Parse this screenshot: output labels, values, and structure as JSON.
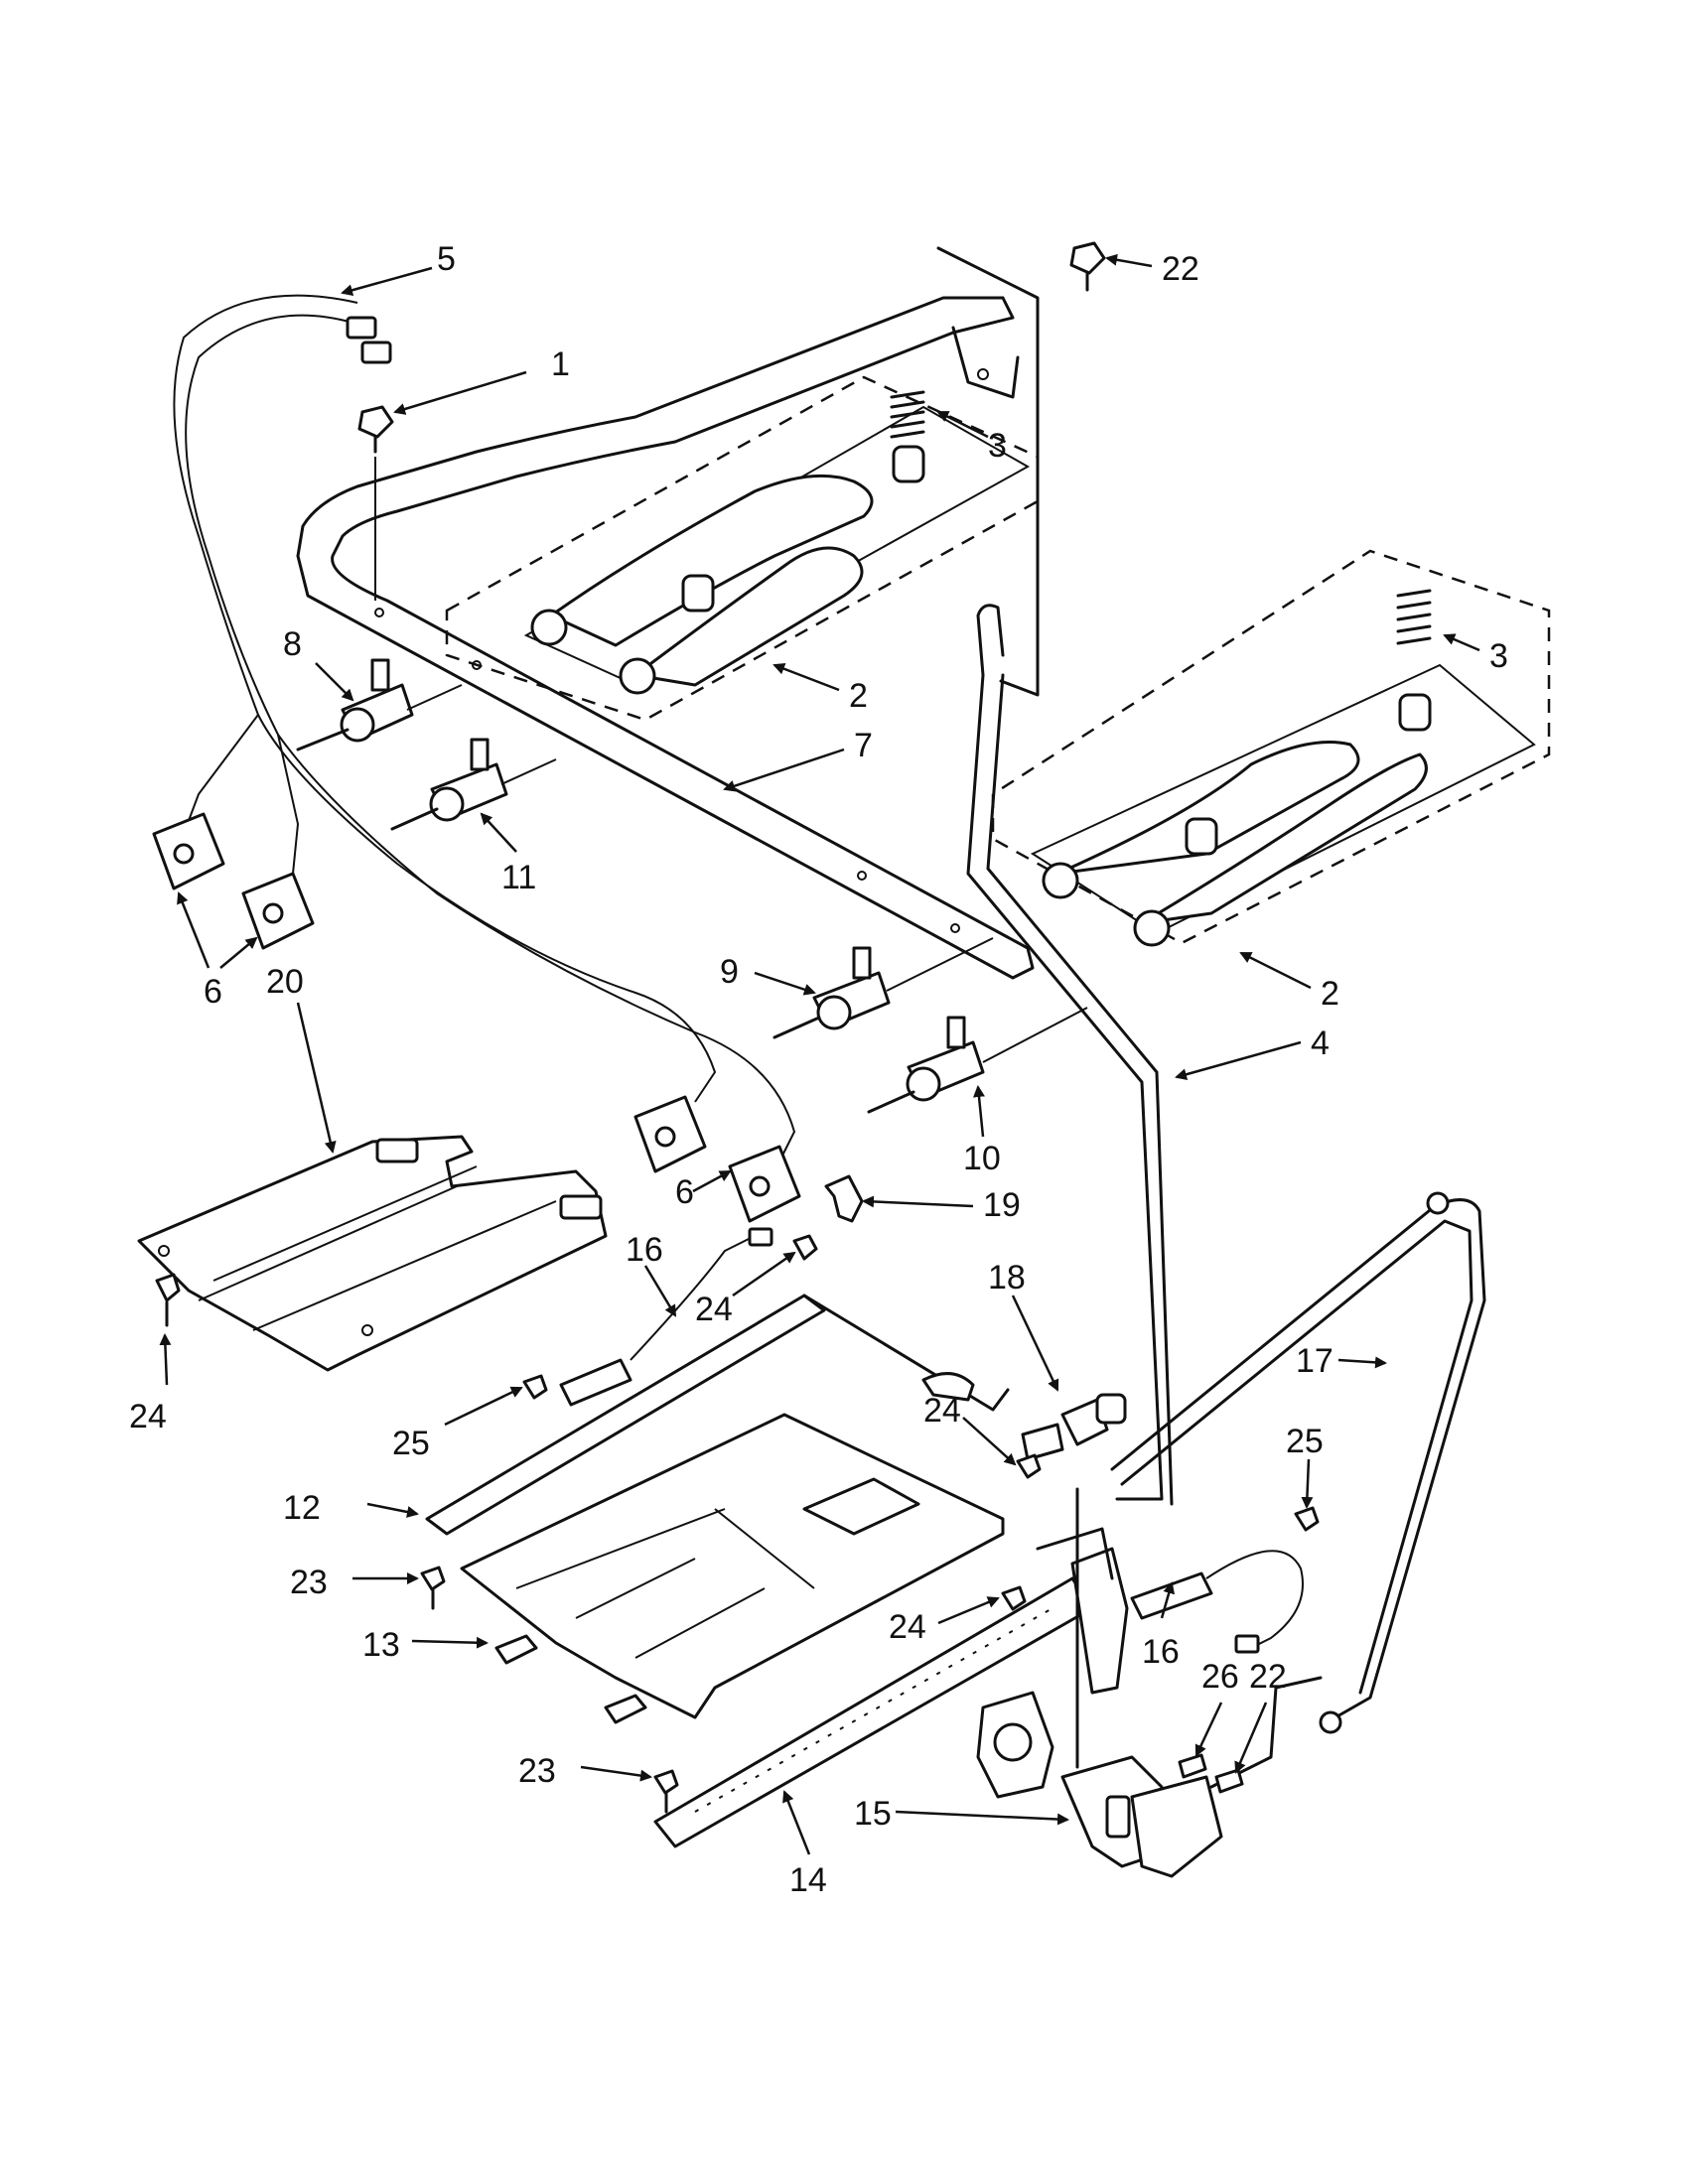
{
  "callouts": [
    {
      "id": "c5",
      "label": "5"
    },
    {
      "id": "c1",
      "label": "1"
    },
    {
      "id": "c22a",
      "label": "22"
    },
    {
      "id": "c3a",
      "label": "3"
    },
    {
      "id": "c8",
      "label": "8"
    },
    {
      "id": "c2a",
      "label": "2"
    },
    {
      "id": "c7",
      "label": "7"
    },
    {
      "id": "c3b",
      "label": "3"
    },
    {
      "id": "c11",
      "label": "11"
    },
    {
      "id": "c6a",
      "label": "6"
    },
    {
      "id": "c20",
      "label": "20"
    },
    {
      "id": "c9",
      "label": "9"
    },
    {
      "id": "c2b",
      "label": "2"
    },
    {
      "id": "c4",
      "label": "4"
    },
    {
      "id": "c10",
      "label": "10"
    },
    {
      "id": "c6b",
      "label": "6"
    },
    {
      "id": "c19",
      "label": "19"
    },
    {
      "id": "c16a",
      "label": "16"
    },
    {
      "id": "c24a",
      "label": "24"
    },
    {
      "id": "c18",
      "label": "18"
    },
    {
      "id": "c24b",
      "label": "24"
    },
    {
      "id": "c17",
      "label": "17"
    },
    {
      "id": "c24c",
      "label": "24"
    },
    {
      "id": "c25a",
      "label": "25"
    },
    {
      "id": "c25b",
      "label": "25"
    },
    {
      "id": "c12",
      "label": "12"
    },
    {
      "id": "c23a",
      "label": "23"
    },
    {
      "id": "c24d",
      "label": "24"
    },
    {
      "id": "c16b",
      "label": "16"
    },
    {
      "id": "c13",
      "label": "13"
    },
    {
      "id": "c26",
      "label": "26"
    },
    {
      "id": "c22b",
      "label": "22"
    },
    {
      "id": "c23b",
      "label": "23"
    },
    {
      "id": "c15",
      "label": "15"
    },
    {
      "id": "c14",
      "label": "14"
    }
  ]
}
